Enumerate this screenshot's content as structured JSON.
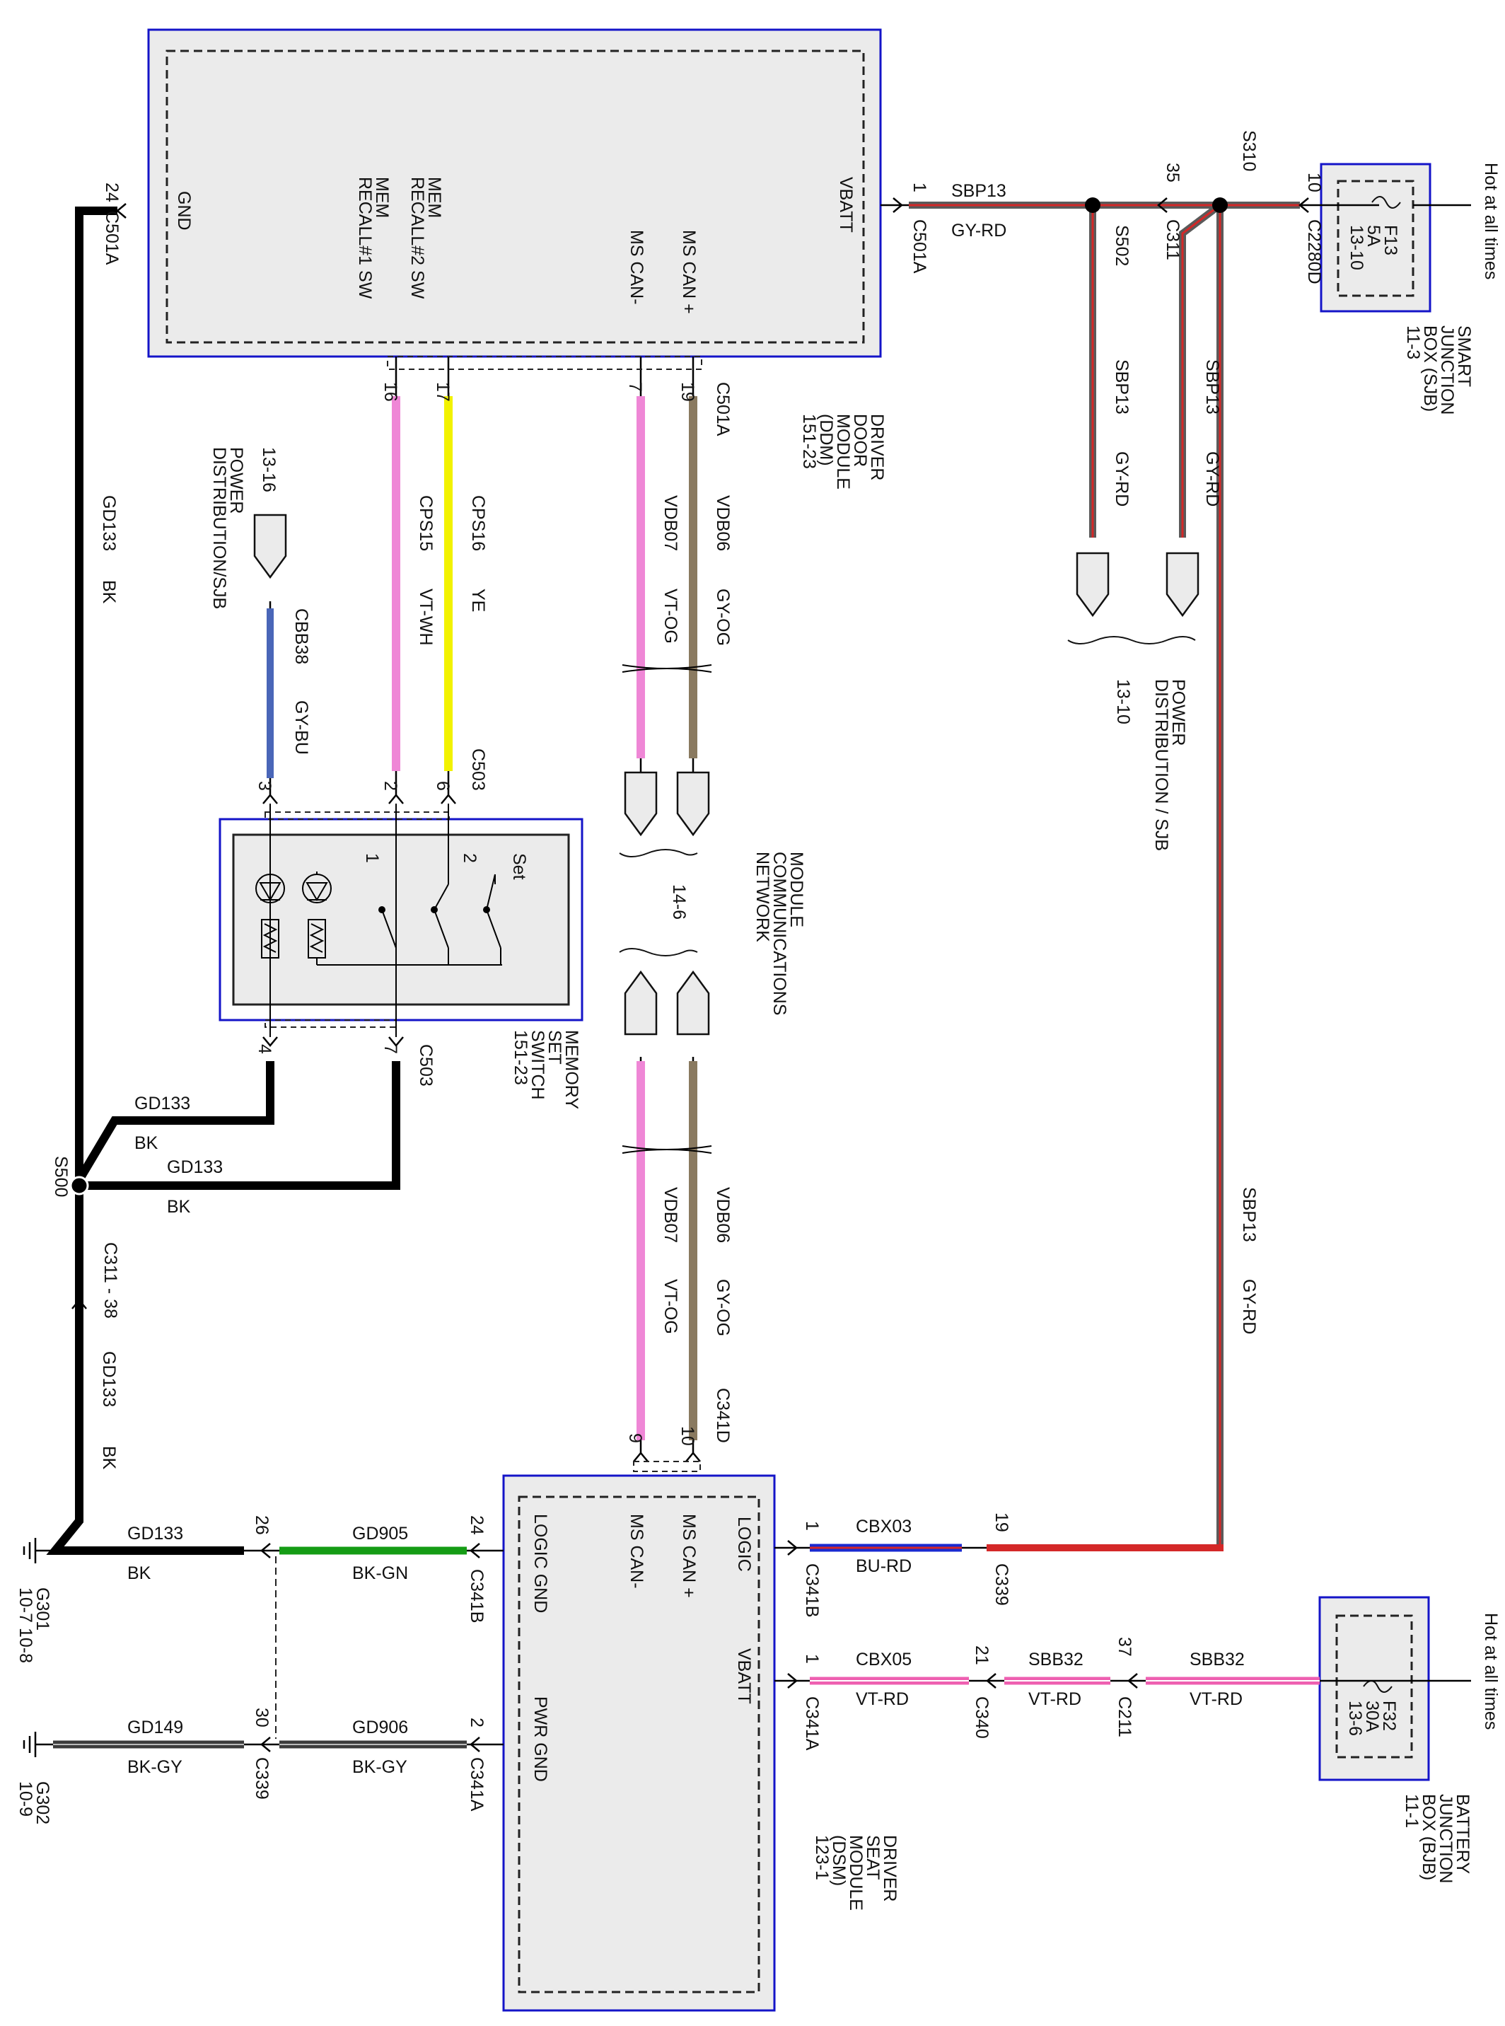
{
  "colors": {
    "box_border": "#1414c8",
    "box_fill": "#ebebeb",
    "gnd_wire": "#000000",
    "gy_rd_base": "#5a5a5a",
    "gy_rd_stripe": "#d42828",
    "pink": "#ef87d6",
    "yellow": "#f2f200",
    "gy_bu": "#4a66b8",
    "gy_og": "#8a7a60",
    "bu_rd_base": "#1a2ad0",
    "bu_rd_stripe": "#d42828",
    "bk_gn": "#159c15",
    "vt_rd": "#ee5fb0",
    "bk_gy": "#3c3c3c"
  },
  "ddm": {
    "pins": {
      "gnd": "GND",
      "mem1a": "MEM",
      "mem1b": "RECALL#1 SW",
      "mem2a": "MEM",
      "mem2b": "RECALL#2 SW",
      "canm": "MS CAN-",
      "canp": "MS CAN +",
      "vbatt": "VBATT"
    },
    "name_lines": [
      "DRIVER",
      "DOOR",
      "MODULE",
      "(DDM)",
      "151-23"
    ]
  },
  "sjb": {
    "fuse_lines": [
      "F13",
      "5A",
      "13-10"
    ],
    "name_lines": [
      "SMART",
      "JUNCTION",
      "BOX (SJB)",
      "11-3"
    ],
    "hot": "Hot at all times"
  },
  "bjb": {
    "fuse_lines": [
      "F32",
      "30A",
      "13-6"
    ],
    "name_lines": [
      "BATTERY",
      "JUNCTION",
      "BOX (BJB)",
      "11-1"
    ],
    "hot": "Hot at all times"
  },
  "mss": {
    "name_lines": [
      "MEMORY",
      "SET",
      "SWITCH",
      "151-23"
    ],
    "set": "Set",
    "p1": "1",
    "p2": "2"
  },
  "dsm": {
    "pins": {
      "logic": "LOGIC",
      "vbatt": "VBATT",
      "canp": "MS CAN +",
      "canm": "MS CAN-",
      "logic_gnd": "LOGIC GND",
      "pwr_gnd": "PWR GND"
    },
    "name_lines": [
      "DRIVER",
      "SEAT",
      "MODULE",
      "(DSM)",
      "123-1"
    ]
  },
  "refs": {
    "power_dist_sjb": [
      "POWER",
      "DISTRIBUTION / SJB",
      "13-10"
    ],
    "power_dist_left": [
      "13-16",
      "POWER",
      "DISTRIBUTION/SJB"
    ],
    "mcn": [
      "MODULE",
      "COMMUNICATIONS",
      "NETWORK"
    ],
    "mcn_page": "14-6"
  },
  "labels": {
    "pin_24_top": "24",
    "c501a_gnd": "C501A",
    "pin_1_vbatt": "1",
    "c501a_vbatt": "C501A",
    "sbp13_a": "SBP13",
    "gyrd_a": "GY-RD",
    "pin_35": "35",
    "c311": "C311",
    "s310": "S310",
    "s502": "S502",
    "pin_10": "10",
    "c2280d": "C2280D",
    "sbp13_b": "SBP13",
    "gyrd_b": "GY-RD",
    "sbp13_c": "SBP13",
    "gyrd_c": "GY-RD",
    "pin16": "16",
    "pin17": "17",
    "pin7": "7",
    "pin19": "19",
    "c501a_bot": "C501A",
    "gd133_v1": "GD133",
    "bk_v1": "BK",
    "cbb38": "CBB38",
    "gybu": "GY-BU",
    "cps15": "CPS15",
    "vtwh": "VT-WH",
    "cps16": "CPS16",
    "ye": "YE",
    "vdb07_a": "VDB07",
    "vtog_a": "VT-OG",
    "vdb06_a": "VDB06",
    "gyog_a": "GY-OG",
    "pin3": "3",
    "pin2": "2",
    "pin6": "6",
    "c503_top": "C503",
    "pin4": "4",
    "pin7b": "7",
    "c503_bot": "C503",
    "gd133_h1": "GD133",
    "bk_h1": "BK",
    "gd133_h2": "GD133",
    "bk_h2": "BK",
    "s500": "S500",
    "c311_38": "C311 - 38",
    "gd133_v2": "GD133",
    "bk_v2": "BK",
    "vdb07_b": "VDB07",
    "vtog_b": "VT-OG",
    "vdb06_b": "VDB06",
    "gyog_b": "GY-OG",
    "pin9": "9",
    "pin10b": "10",
    "c341d": "C341D",
    "sbp13_d": "SBP13",
    "gyrd_d": "GY-RD",
    "g301_a": "G301",
    "g301_b": "10-7  10-8",
    "g302_a": "G302",
    "g302_b": "10-9",
    "gd133_bot": "GD133",
    "bk_bot": "BK",
    "pin26": "26",
    "gd905": "GD905",
    "bkgn": "BK-GN",
    "pin24b": "24",
    "c341b_a": "C341B",
    "gd149": "GD149",
    "bkgy_a": "BK-GY",
    "pin30": "30",
    "c339_a": "C339",
    "gd906": "GD906",
    "bkgy_b": "BK-GY",
    "pin2b": "2",
    "c341a_a": "C341A",
    "pin1_logic": "1",
    "c341b_b": "C341B",
    "cbx03": "CBX03",
    "burd": "BU-RD",
    "pin19b": "19",
    "c339_b": "C339",
    "pin1_vb": "1",
    "c341a_b": "C341A",
    "cbx05": "CBX05",
    "vtrd_a": "VT-RD",
    "pin21": "21",
    "c340": "C340",
    "sbb32_a": "SBB32",
    "vtrd_b": "VT-RD",
    "pin37": "37",
    "c211": "C211",
    "sbb32_b": "SBB32",
    "vtrd_c": "VT-RD"
  }
}
